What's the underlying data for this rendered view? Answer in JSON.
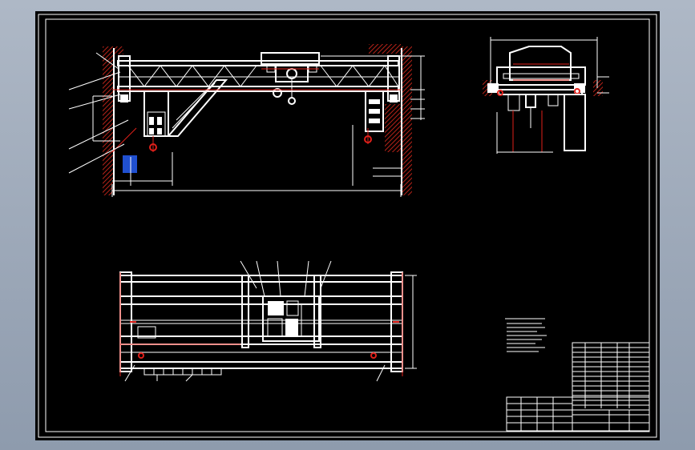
{
  "drawing": {
    "views": [
      "front-elevation",
      "side-elevation",
      "plan-view"
    ],
    "colors": {
      "background": "#000000",
      "lines": "#ffffff",
      "hidden": "#e0201a",
      "hatch": "#b82318",
      "frame_bg": "#9aa6b6"
    },
    "notes_title": "",
    "title_block_label": ""
  }
}
